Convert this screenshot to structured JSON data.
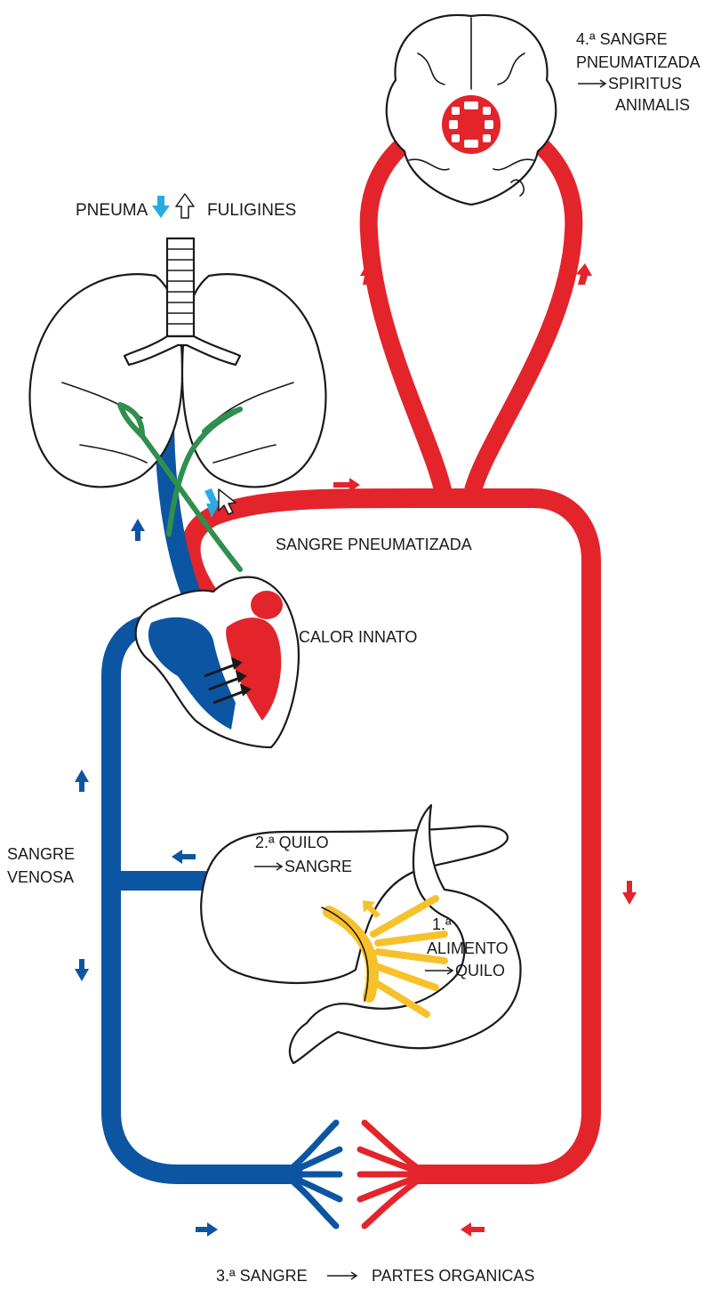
{
  "colors": {
    "arterial": "#e3242b",
    "venous": "#0c55a3",
    "pneuma": "#29abe2",
    "chyle": "#f7c12b",
    "trachea_vessel": "#2f8f4e",
    "outline": "#1a1a1a"
  },
  "labels": {
    "brain_step_num": "4.ª SANGRE",
    "brain_line2": "PNEUMATIZADA",
    "brain_line3": "SPIRITUS",
    "brain_line4": "ANIMALIS",
    "pneuma": "PNEUMA",
    "fuligines": "FULIGINES",
    "sangre_pneumatizada": "SANGRE PNEUMATIZADA",
    "calor_innato": "CALOR INNATO",
    "sangre": "SANGRE",
    "venosa": "VENOSA",
    "liver_line1": "2.ª QUILO",
    "liver_line2": "SANGRE",
    "stomach_line1": "1.ª",
    "stomach_line2": "ALIMENTO",
    "stomach_line3": "QUILO",
    "bottom_left": "3.ª SANGRE",
    "bottom_right": "PARTES ORGANICAS"
  },
  "icons": {
    "down_arrow": "down-arrow-icon",
    "up_outline_arrow": "up-outline-arrow-icon",
    "cursor": "cursor-icon"
  }
}
